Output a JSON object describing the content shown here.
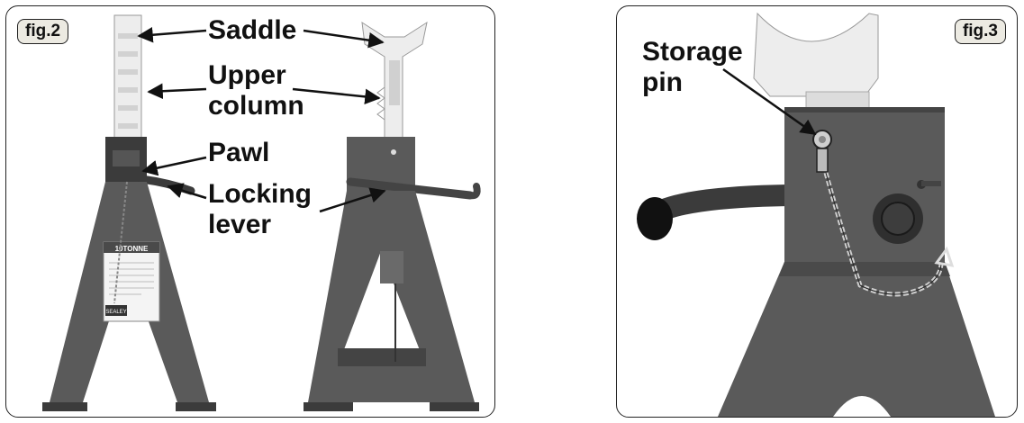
{
  "figures": {
    "fig2": {
      "tag": "fig.2",
      "labels": {
        "saddle": "Saddle",
        "upper_column_line1": "Upper",
        "upper_column_line2": "column",
        "pawl": "Pawl",
        "locking_lever_line1": "Locking",
        "locking_lever_line2": "lever"
      },
      "product_label": {
        "brand_top": "10TONNE",
        "brand_bottom": "SEALEY"
      }
    },
    "fig3": {
      "tag": "fig.3",
      "labels": {
        "storage_pin_line1": "Storage",
        "storage_pin_line2": "pin"
      }
    }
  },
  "colors": {
    "stand_body": "#5a5a5a",
    "stand_dark": "#3b3b3b",
    "saddle": "#ededed",
    "panel_border": "#222222",
    "tag_fill": "#eceae2"
  }
}
